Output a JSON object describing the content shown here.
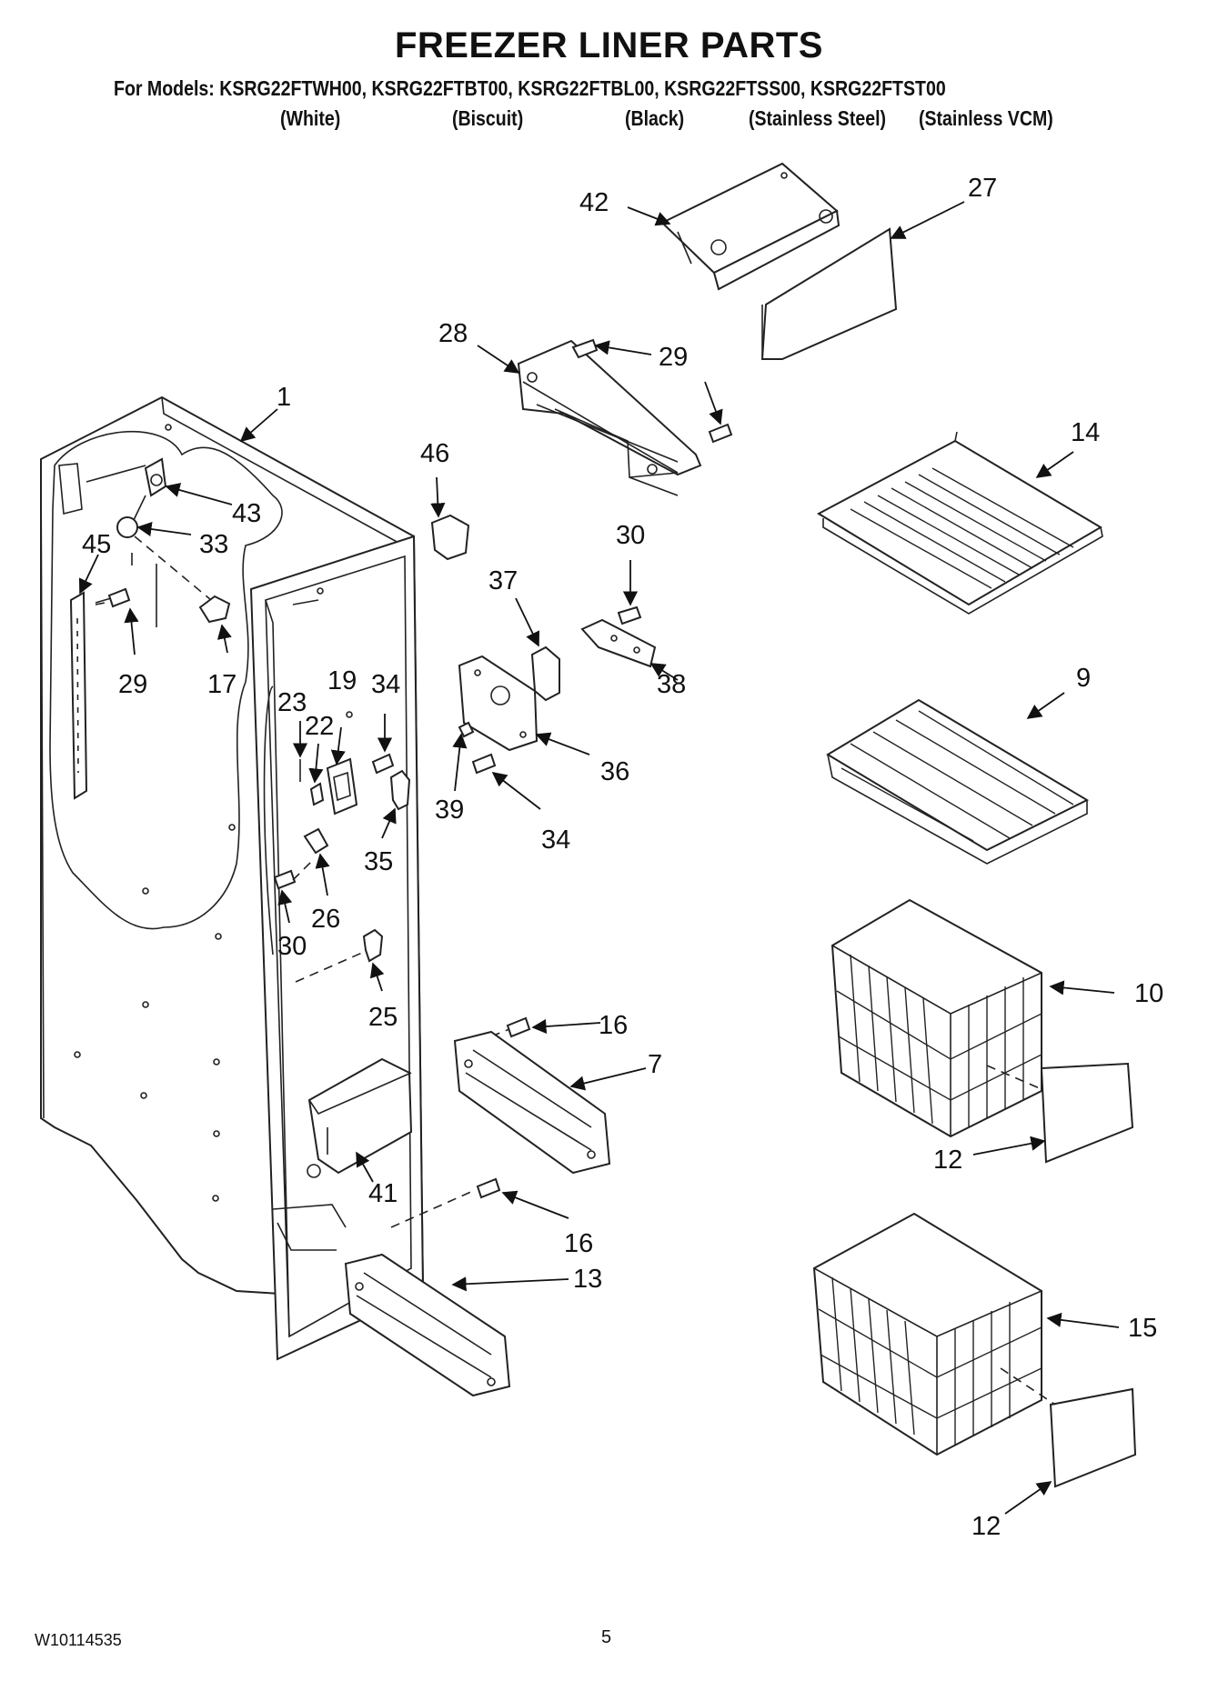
{
  "header": {
    "title": "FREEZER LINER PARTS",
    "models": "For Models: KSRG22FTWH00, KSRG22FTBT00, KSRG22FTBL00, KSRG22FTSS00, KSRG22FTST00",
    "finishes": [
      "(White)",
      "(Biscuit)",
      "(Black)",
      "(Stainless Steel)",
      "(Stainless VCM)"
    ]
  },
  "callouts": {
    "c42": "42",
    "c27": "27",
    "c28": "28",
    "c29a": "29",
    "c29b": "29",
    "c1": "1",
    "c14": "14",
    "c46": "46",
    "c43": "43",
    "c33": "33",
    "c45": "45",
    "c30a": "30",
    "c37": "37",
    "c29c": "29",
    "c17": "17",
    "c19": "19",
    "c34a": "34",
    "c23": "23",
    "c22": "22",
    "c38": "38",
    "c9": "9",
    "c36": "36",
    "c39": "39",
    "c34b": "34",
    "c35": "35",
    "c26": "26",
    "c30b": "30",
    "c25": "25",
    "c10": "10",
    "c16a": "16",
    "c7": "7",
    "c12a": "12",
    "c41": "41",
    "c16b": "16",
    "c13": "13",
    "c15": "15",
    "c12b": "12"
  },
  "footer": {
    "doc_number": "W10114535",
    "page": "5"
  }
}
